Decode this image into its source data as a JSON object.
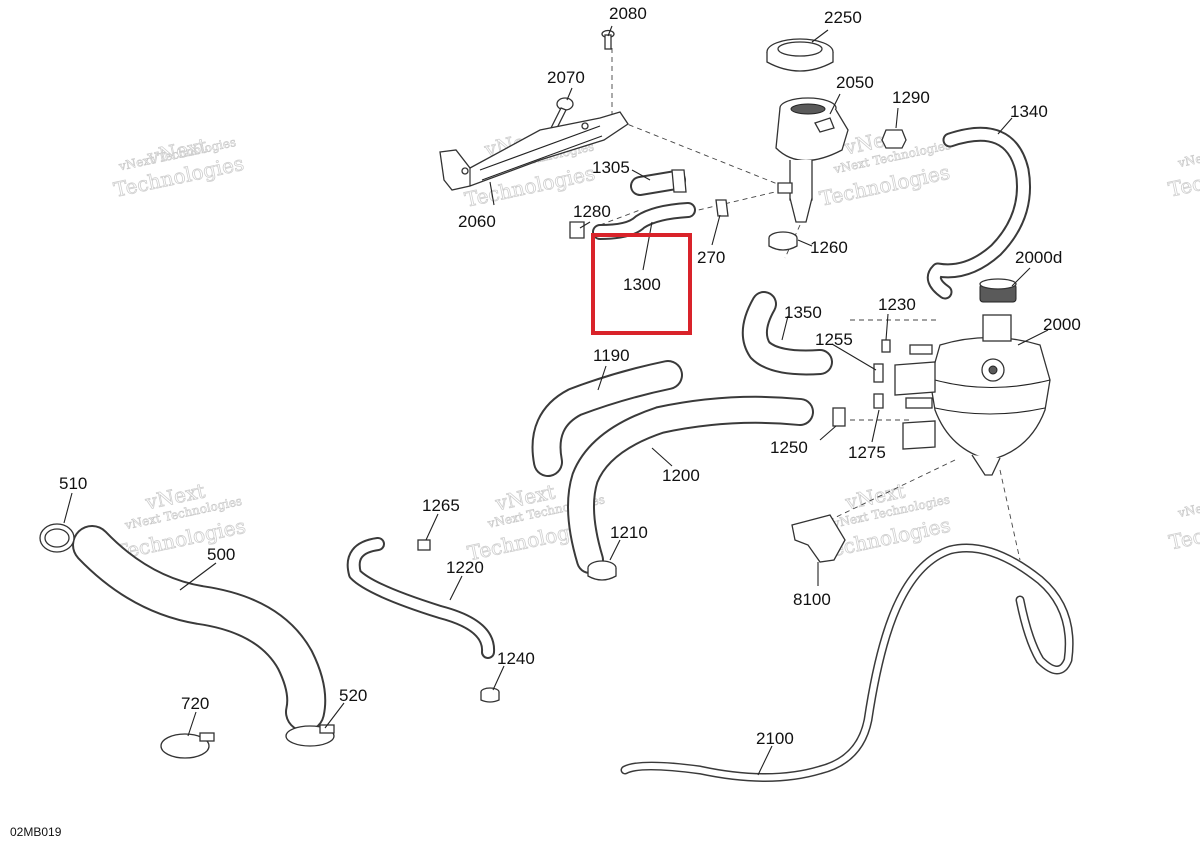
{
  "diagram": {
    "part_labels": {
      "p2080": "2080",
      "p2070": "2070",
      "p2060": "2060",
      "p2250": "2250",
      "p2050": "2050",
      "p1290": "1290",
      "p1340": "1340",
      "p1305": "1305",
      "p1280": "1280",
      "p1300": "1300",
      "p270": "270",
      "p1260": "1260",
      "p2000d": "2000d",
      "p2000": "2000",
      "p1230": "1230",
      "p1350": "1350",
      "p1255": "1255",
      "p1190": "1190",
      "p1250": "1250",
      "p1275": "1275",
      "p1200": "1200",
      "p510": "510",
      "p500": "500",
      "p1265": "1265",
      "p1210": "1210",
      "p1220": "1220",
      "p8100": "8100",
      "p1240": "1240",
      "p720": "720",
      "p520": "520",
      "p2100": "2100"
    },
    "highlighted_part": "1300",
    "highlight_color": "#d9232a",
    "drawing_code": "02MB019",
    "watermark": {
      "line1": "vNext Technologies",
      "line2": "vNext",
      "line3": "Technologies"
    }
  }
}
